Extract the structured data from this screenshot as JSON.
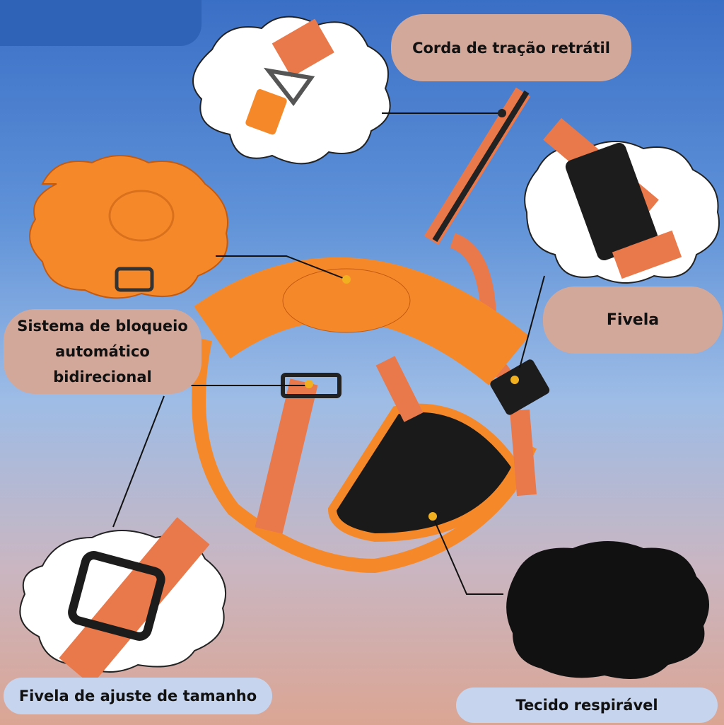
{
  "labels": {
    "retractable_leash": "Corda de tração retrátil",
    "buckle": "Fivela",
    "auto_lock": "Sistema de bloqueio automático bidirecional",
    "size_buckle": "Fivela de ajuste de tamanho",
    "breathable_fabric": "Tecido respirável"
  },
  "colors": {
    "orange": "#f5892a",
    "strap": "#e9784a",
    "pill": "#d2a89b",
    "pill_light": "#c6d4ee"
  }
}
